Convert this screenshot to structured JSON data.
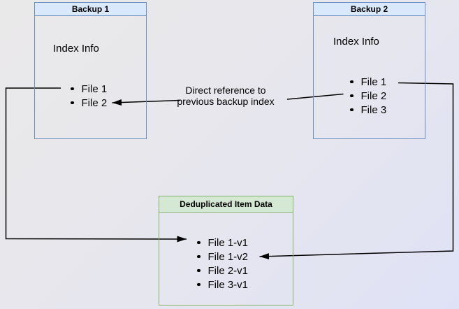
{
  "colors": {
    "blue_fill": "#dae8fc",
    "blue_border": "#6c8ebf",
    "green_fill": "#d5e8d4",
    "green_border": "#82b366",
    "arrow": "#000000",
    "text": "#000000",
    "bg_from": "#eae9e9",
    "bg_to": "#dfe2f6"
  },
  "boxes": {
    "backup1": {
      "title": "Backup 1",
      "subtitle": "Index Info",
      "files": [
        "File 1",
        "File 2"
      ]
    },
    "backup2": {
      "title": "Backup 2",
      "subtitle": "Index Info",
      "files": [
        "File 1",
        "File 2",
        "File 3"
      ]
    },
    "dedup": {
      "title": "Deduplicated Item Data",
      "files": [
        "File 1-v1",
        "File 1-v2",
        "File 2-v1",
        "File 3-v1"
      ]
    }
  },
  "annotation": {
    "line1": "Direct reference to",
    "line2": "previous backup index"
  }
}
